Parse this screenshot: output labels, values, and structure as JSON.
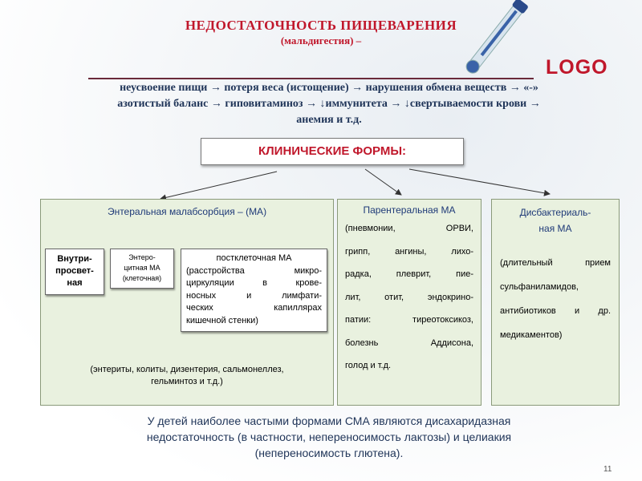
{
  "header": {
    "title": "НЕДОСТАТОЧНОСТЬ ПИЩЕВАРЕНИЯ",
    "subtitle": "(мальдигестия) –",
    "logo": "LOGO"
  },
  "intro": {
    "line1": "неусвоение пищи → потеря веса (истощение) → нарушения обмена веществ → «-»",
    "line2": "азотистый баланс → гиповитаминоз → ↓иммунитета → ↓свертываемости крови →",
    "line3": "анемия и т.д."
  },
  "clinical_forms": {
    "label": "КЛИНИЧЕСКИЕ ФОРМЫ:"
  },
  "enteral": {
    "title": "Энтеральная малабсорбция – (МА)",
    "sub1": {
      "line1": "Внутри-",
      "line2": "просвет-",
      "line3": "ная"
    },
    "sub2": {
      "line1": "Энтеро-",
      "line2": "цитная МА",
      "line3": "(клеточная)"
    },
    "sub3": {
      "line1": "постклеточная МА",
      "line2": "(расстройства микро-",
      "line3": "циркуляции в крове-",
      "line4": "носных и лимфати-",
      "line5": "ческих капиллярах",
      "line6": "кишечной стенки)"
    },
    "note": {
      "line1": "(энтериты, колиты, дизентерия, сальмонеллез,",
      "line2": "гельминтоз и т.д.)"
    }
  },
  "parenteral": {
    "title": "Парентеральная МА",
    "lines": [
      "(пневмонии, ОРВИ,",
      "грипп, ангины, лихо-",
      "радка, плеврит, пие-",
      "лит, отит, эндокрино-",
      "патии: тиреотоксикоз,",
      "болезнь Аддисона,",
      "голод и т.д."
    ]
  },
  "dysbacterial": {
    "title1": "Дисбактериаль-",
    "title2": "ная МА",
    "lines": [
      "(длительный прием",
      "сульфаниламидов,",
      "антибиотиков и др.",
      "медикаментов)"
    ]
  },
  "footer": {
    "line1": "У детей наиболее частыми формами СМА являются дисахаридазная",
    "line2": "недостаточность (в частности, непереносимость лактозы) и целиакия",
    "line3": "(непереносимость глютена)."
  },
  "page_number": "11",
  "colors": {
    "accent_red": "#c0172b",
    "text_blue": "#1f3458",
    "panel_green": "#e9f1df"
  }
}
